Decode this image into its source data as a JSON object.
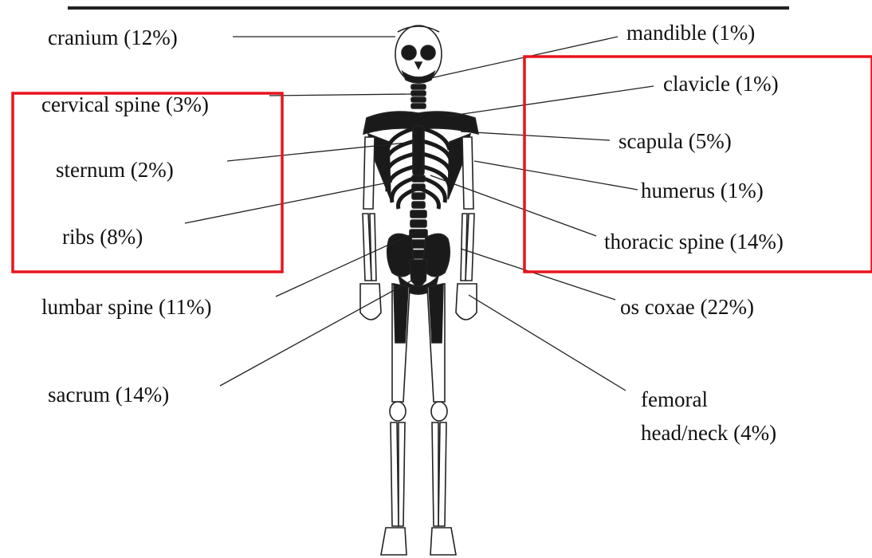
{
  "colors": {
    "highlight_box": "#e8141c",
    "ink": "#111111",
    "bone_fill": "#ffffff",
    "bone_dark": "#1a1a1a"
  },
  "labels": {
    "cranium": "cranium (12%)",
    "mandible": "mandible (1%)",
    "cervical_spine": "cervical spine (3%)",
    "clavicle": "clavicle (1%)",
    "scapula": "scapula (5%)",
    "sternum": "sternum (2%)",
    "humerus": "humerus (1%)",
    "ribs": "ribs (8%)",
    "thoracic_spine": "thoracic spine (14%)",
    "lumbar_spine": "lumbar spine (11%)",
    "os_coxae": "os coxae (22%)",
    "sacrum": "sacrum (14%)",
    "femoral_line1": "femoral",
    "femoral_line2": "head/neck (4%)"
  },
  "highlight_groups": {
    "left": "cervical-spine-sternum-ribs",
    "right": "clavicle-scapula-humerus-thoracic-spine"
  }
}
